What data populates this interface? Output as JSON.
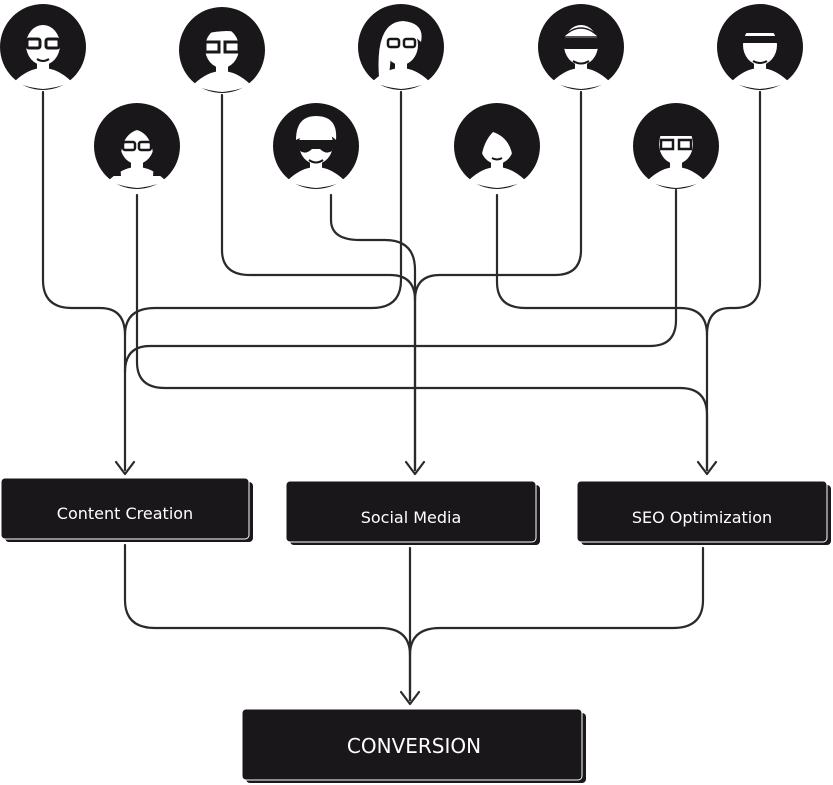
{
  "colors": {
    "ink": "#1a171b",
    "line": "#2a2a2a",
    "white": "#ffffff",
    "background": "#ffffff"
  },
  "avatars": [
    {
      "id": "avatar-1",
      "icon": "person-glasses-bald-icon"
    },
    {
      "id": "avatar-2",
      "icon": "person-glasses-short-hair-icon"
    },
    {
      "id": "avatar-3",
      "icon": "person-glasses-long-hair-icon"
    },
    {
      "id": "avatar-4",
      "icon": "person-goggles-icon"
    },
    {
      "id": "avatar-5",
      "icon": "person-headband-icon"
    },
    {
      "id": "avatar-6",
      "icon": "person-glasses-curly-hair-icon"
    },
    {
      "id": "avatar-7",
      "icon": "person-sunglasses-icon"
    },
    {
      "id": "avatar-8",
      "icon": "person-bob-hair-icon"
    },
    {
      "id": "avatar-9",
      "icon": "person-glasses-spiky-hair-icon"
    }
  ],
  "channels": [
    {
      "id": "content-creation",
      "label": "Content Creation"
    },
    {
      "id": "social-media",
      "label": "Social Media"
    },
    {
      "id": "seo-optimization",
      "label": "SEO Optimization"
    }
  ],
  "goal": {
    "label": "CONVERSION"
  }
}
